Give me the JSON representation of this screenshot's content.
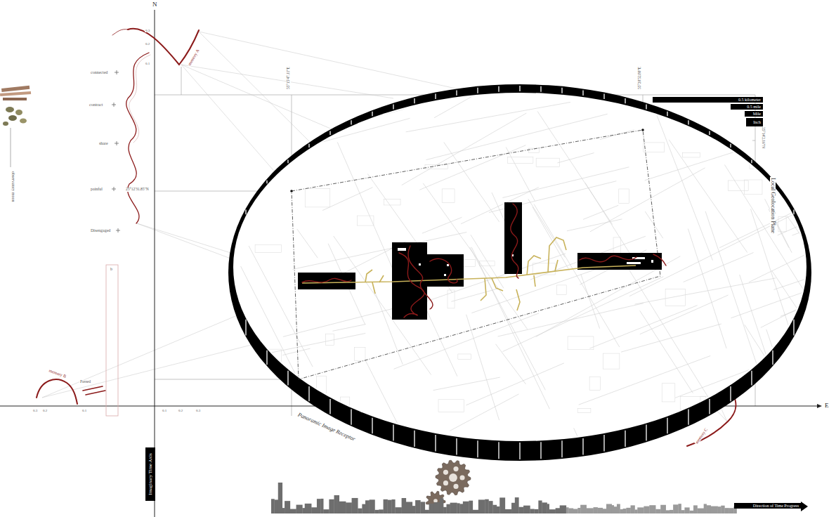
{
  "diagram": {
    "nodes": [
      {
        "text": [
          "Imaginary Time Axis"
        ]
      },
      {
        "text": [
          "0.5 kilometer"
        ]
      },
      {
        "text": [
          "0.5 mile"
        ]
      },
      {
        "text": [
          "Mile"
        ]
      },
      {
        "text": [
          "Inch"
        ]
      },
      {
        "text": [
          "Direction of Time Progress"
        ]
      }
    ],
    "labels": [
      "N",
      "E",
      "connected",
      "contract",
      "share",
      "painful",
      "Disengaged",
      "observatory moon",
      "memory A",
      "memory B",
      "memory C",
      "Passed",
      "b",
      "Panoramic Image Receptor",
      "Local Geolocation Plane",
      "55°15'47.11\"E",
      "55°20'52.80\"E",
      "25°12'31.85\"N",
      "25°14'2.16\"N",
      "0.3",
      "0.2",
      "0.1",
      "0.1",
      "0.2",
      "0.3",
      "0.3",
      "0.2",
      "0.1"
    ]
  }
}
